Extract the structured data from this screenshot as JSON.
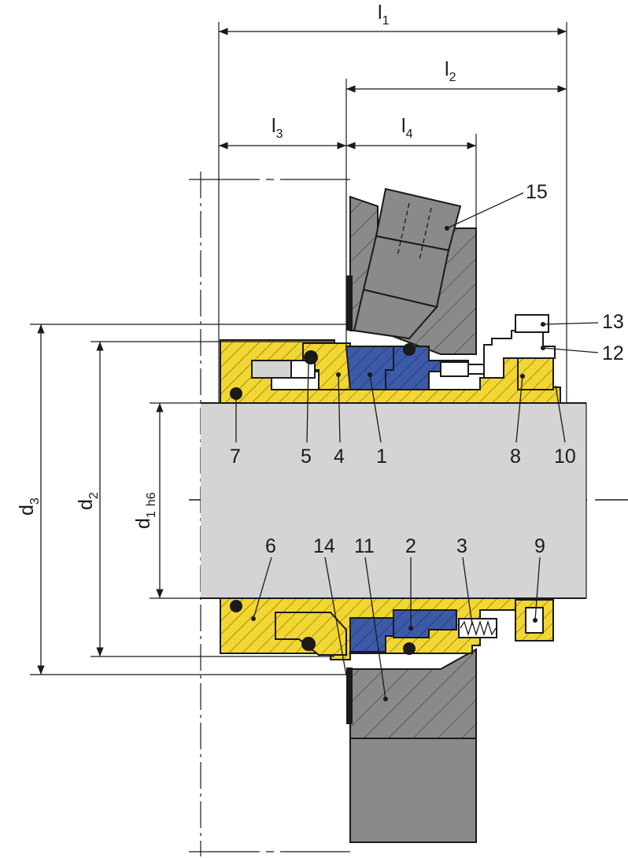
{
  "dimensions": {
    "l1": {
      "main": "l",
      "sub": "1"
    },
    "l2": {
      "main": "l",
      "sub": "2"
    },
    "l3": {
      "main": "l",
      "sub": "3"
    },
    "l4": {
      "main": "l",
      "sub": "4"
    },
    "d1": {
      "main": "d",
      "sub": "1",
      "tol": "h6"
    },
    "d2": {
      "main": "d",
      "sub": "2"
    },
    "d3": {
      "main": "d",
      "sub": "3"
    }
  },
  "callouts": [
    "1",
    "2",
    "3",
    "4",
    "5",
    "6",
    "7",
    "8",
    "9",
    "10",
    "11",
    "12",
    "13",
    "14",
    "15"
  ],
  "colors": {
    "yellow": "#f2d632",
    "blue": "#3d5aa8",
    "dark_gray": "#8a8a8a",
    "shaft_gray": "#d4d4d4",
    "black": "#1a1a1a",
    "white": "#ffffff"
  }
}
